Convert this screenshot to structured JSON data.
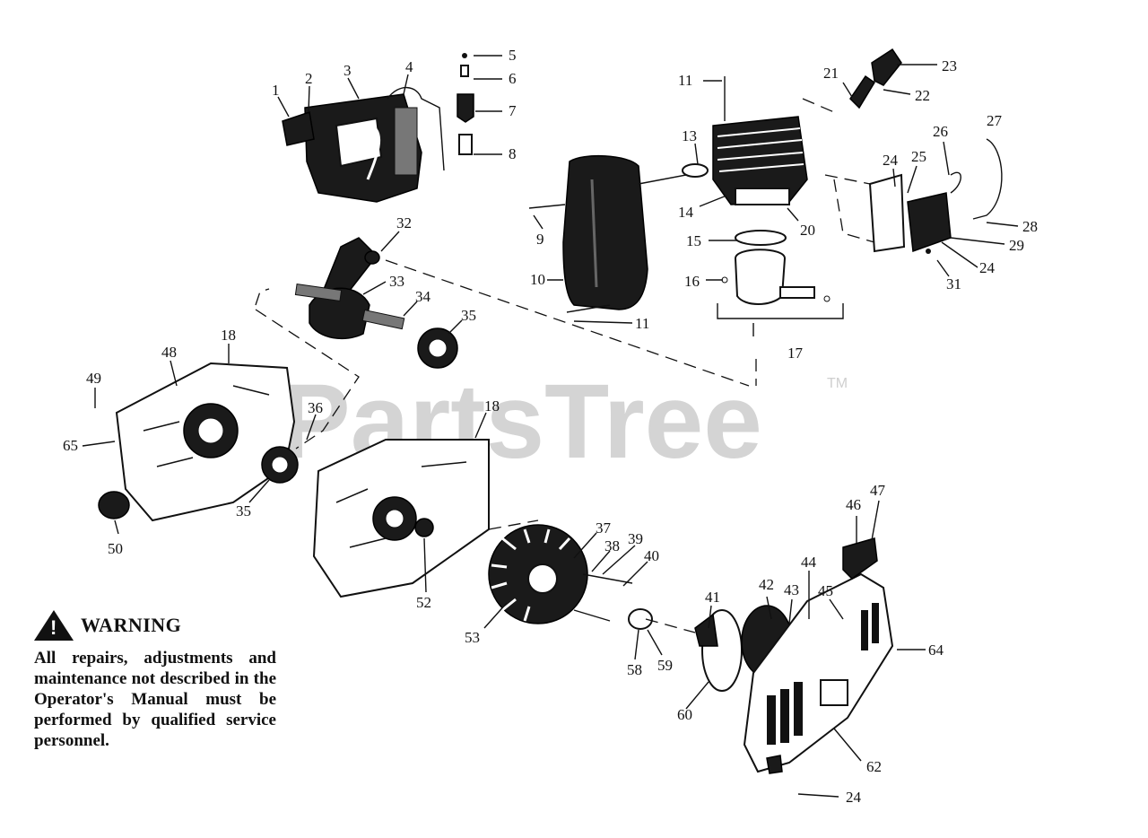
{
  "watermark": {
    "text": "PartsTree",
    "trademark": "TM"
  },
  "warning": {
    "icon": "warning-triangle-icon",
    "icon_glyph": "!",
    "title": "WARNING",
    "body": "All repairs, adjustments and maintenance not described in the Operator's Manual must be performed by qualified service personnel."
  },
  "callouts": {
    "c1": "1",
    "c2": "2",
    "c3": "3",
    "c4": "4",
    "c5": "5",
    "c6": "6",
    "c7": "7",
    "c8": "8",
    "c9": "9",
    "c10": "10",
    "c11a": "11",
    "c11b": "11",
    "c13": "13",
    "c14": "14",
    "c15": "15",
    "c16": "16",
    "c17": "17",
    "c18a": "18",
    "c18b": "18",
    "c20": "20",
    "c21": "21",
    "c22": "22",
    "c23": "23",
    "c24a": "24",
    "c24b": "24",
    "c24c": "24",
    "c25": "25",
    "c26": "26",
    "c27": "27",
    "c28": "28",
    "c29": "29",
    "c31": "31",
    "c32": "32",
    "c33": "33",
    "c34": "34",
    "c35a": "35",
    "c35b": "35",
    "c36": "36",
    "c37": "37",
    "c38": "38",
    "c39": "39",
    "c40": "40",
    "c41": "41",
    "c42": "42",
    "c43": "43",
    "c44": "44",
    "c45": "45",
    "c46": "46",
    "c47": "47",
    "c48": "48",
    "c49": "49",
    "c50": "50",
    "c52": "52",
    "c53": "53",
    "c58": "58",
    "c59": "59",
    "c60": "60",
    "c62": "62",
    "c64": "64",
    "c65": "65"
  }
}
